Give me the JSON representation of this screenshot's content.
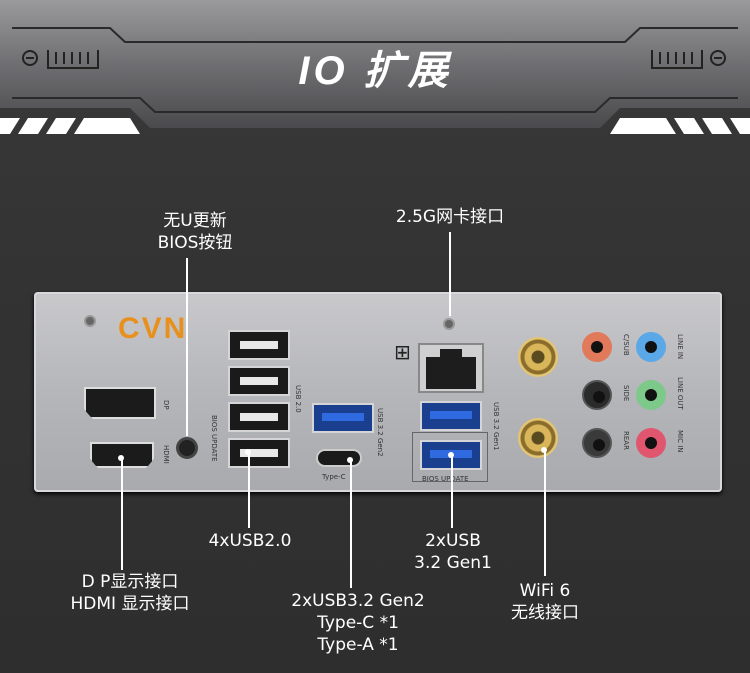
{
  "header": {
    "title": "IO 扩展"
  },
  "brand": "CVN",
  "callouts": {
    "bios_button": [
      "无U更新",
      "BIOS按钮"
    ],
    "lan": "2.5G网卡接口",
    "usb20": "4xUSB2.0",
    "usb32_gen1": [
      "2xUSB",
      "3.2 Gen1"
    ],
    "display": [
      "D P显示接口",
      "HDMI 显示接口"
    ],
    "usb32_gen2": [
      "2xUSB3.2 Gen2",
      "Type-C *1",
      "Type-A *1"
    ],
    "wifi": [
      "WiFi 6",
      "无线接口"
    ]
  },
  "panel_labels": {
    "dp": "DP",
    "hdmi": "HDMI",
    "bios_update": "BIOS UPDATE",
    "usb20": "USB 2.0",
    "usb32_gen2": "USB 3.2 Gen2",
    "type_c": "Type-C",
    "usb32_gen1": "USB 3.2 Gen1",
    "bios_update_box": "BIOS UPDATE",
    "audio_left": [
      "C/SUB",
      "SIDE",
      "REAR"
    ],
    "audio_right": [
      "LINE IN",
      "LINE OUT",
      "MIC IN"
    ]
  },
  "colors": {
    "accent": "#e8901c",
    "audio": [
      "#e07a5a",
      "#5aa8e8",
      "#2b2b2b",
      "#7dc98a",
      "#3a3a3a",
      "#e0566e"
    ]
  }
}
